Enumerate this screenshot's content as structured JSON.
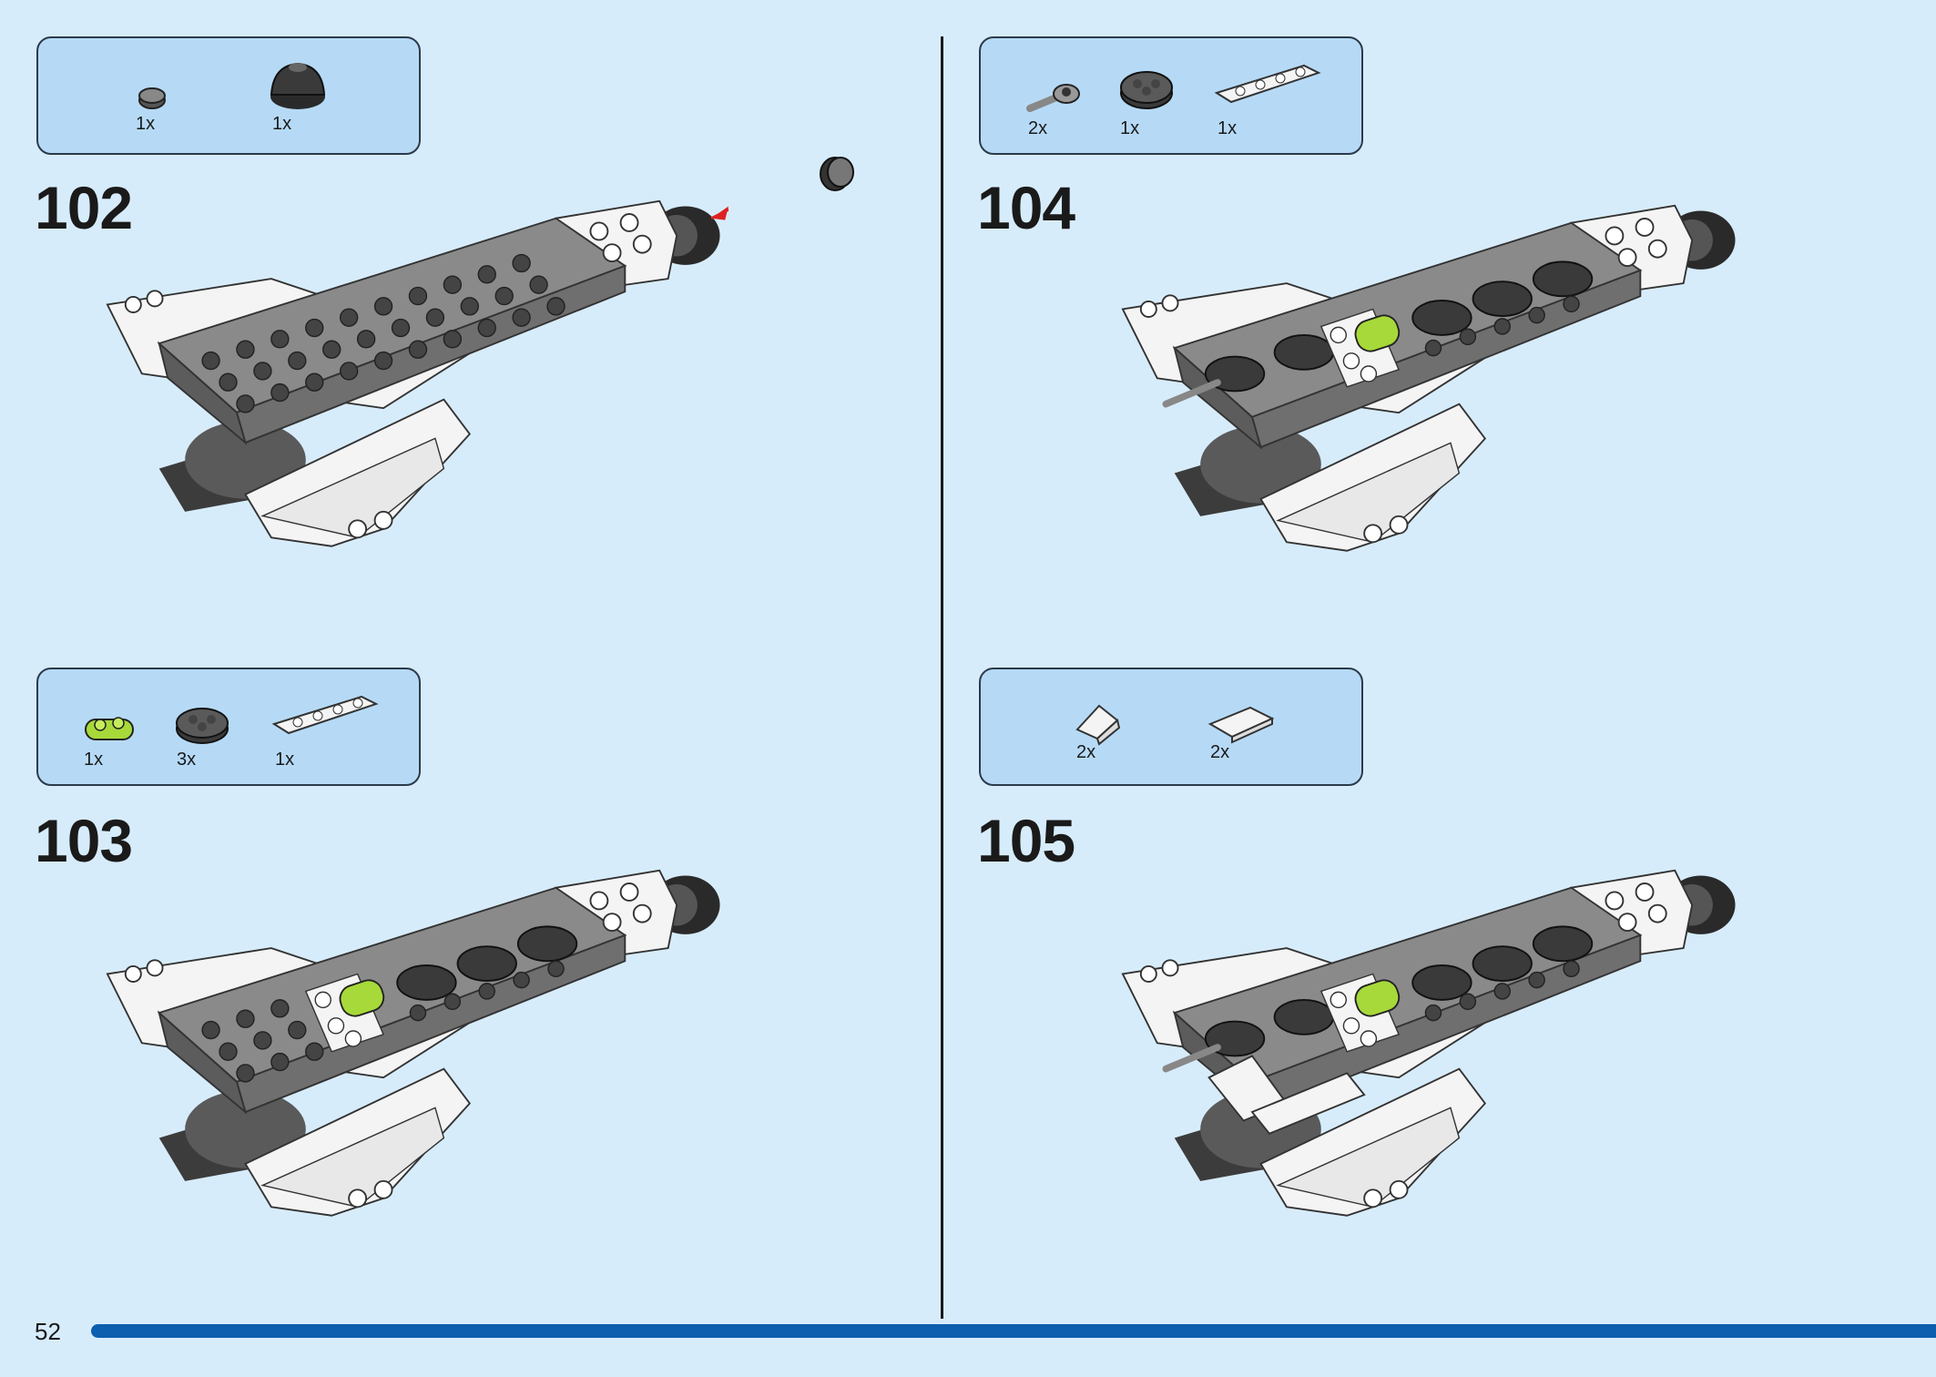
{
  "page_number": "52",
  "steps": [
    {
      "number": "102",
      "parts": [
        {
          "icon": "round-plate-1x1-dark-gray",
          "qty": "1x"
        },
        {
          "icon": "dome-2x2-black",
          "qty": "1x"
        }
      ]
    },
    {
      "number": "103",
      "parts": [
        {
          "icon": "plate-1x2-lime",
          "qty": "1x"
        },
        {
          "icon": "round-plate-2x2-dark-gray",
          "qty": "3x"
        },
        {
          "icon": "plate-1x4-white",
          "qty": "1x"
        }
      ]
    },
    {
      "number": "104",
      "parts": [
        {
          "icon": "clip-bar-gray",
          "qty": "2x"
        },
        {
          "icon": "round-plate-2x2-dark-gray",
          "qty": "1x"
        },
        {
          "icon": "plate-1x4-white",
          "qty": "1x"
        }
      ]
    },
    {
      "number": "105",
      "parts": [
        {
          "icon": "slope-white",
          "qty": "2x"
        },
        {
          "icon": "tile-1x2-white",
          "qty": "2x"
        }
      ]
    }
  ],
  "colors": {
    "background": "#d7ecfb",
    "parts_box": "#b6daf6",
    "progress": "#0b5fae",
    "highlight": "#a7d93a"
  }
}
